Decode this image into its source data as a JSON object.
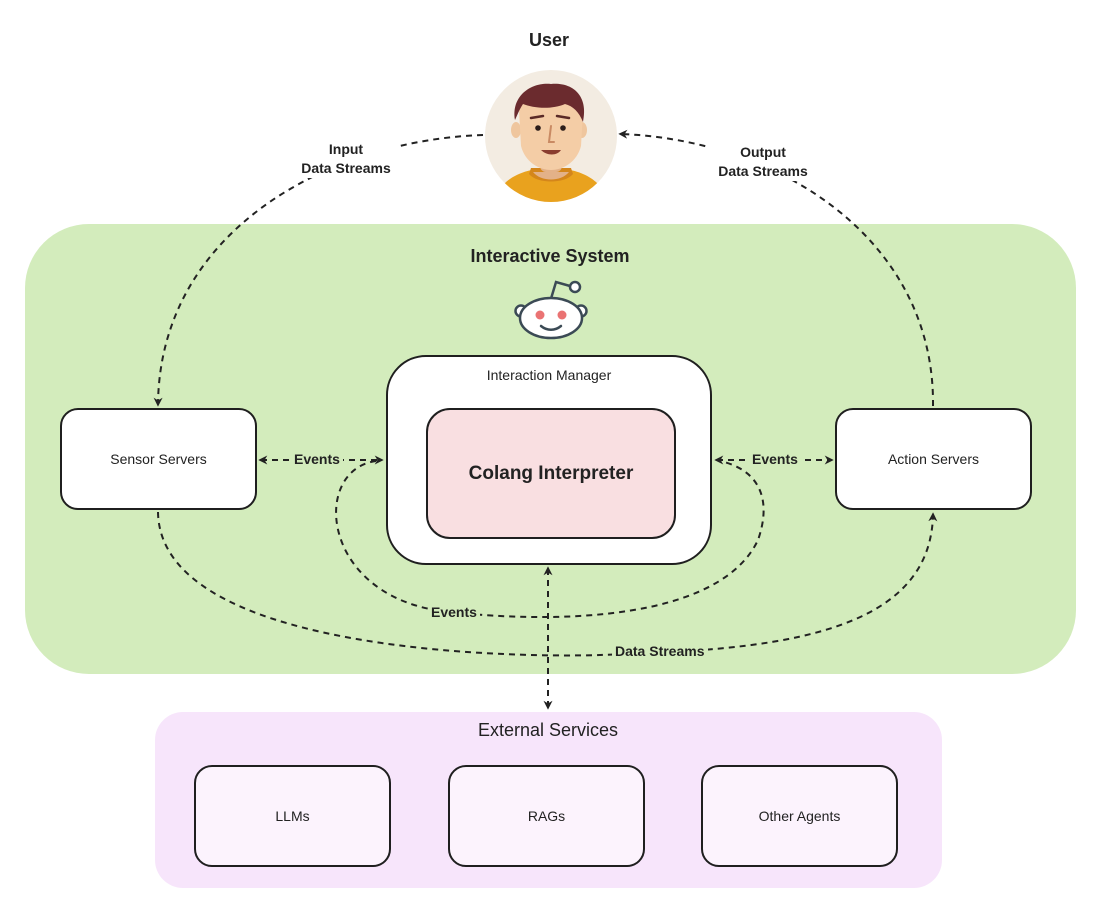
{
  "user": {
    "title": "User"
  },
  "interactive_system": {
    "title": "Interactive System"
  },
  "interaction_manager": {
    "label": "Interaction Manager",
    "interpreter_label": "Colang Interpreter"
  },
  "sensor_servers": {
    "label": "Sensor Servers"
  },
  "action_servers": {
    "label": "Action Servers"
  },
  "external_services": {
    "title": "External Services",
    "items": [
      {
        "label": "LLMs"
      },
      {
        "label": "RAGs"
      },
      {
        "label": "Other Agents"
      }
    ]
  },
  "arrows": {
    "input_line1": "Input",
    "input_line2": "Data Streams",
    "output_line1": "Output",
    "output_line2": "Data Streams",
    "events_left": "Events",
    "events_right": "Events",
    "events_bottom": "Events",
    "data_streams_bottom": "Data Streams"
  },
  "colors": {
    "interactive_system_bg": "#d3ecbc",
    "external_services_bg": "#f7e5fb",
    "interpreter_bg": "#f9dfe1",
    "avatar_bg": "#f3ece2"
  },
  "icons": {
    "user_avatar": "user-avatar-icon",
    "system_bot": "robot-icon"
  }
}
